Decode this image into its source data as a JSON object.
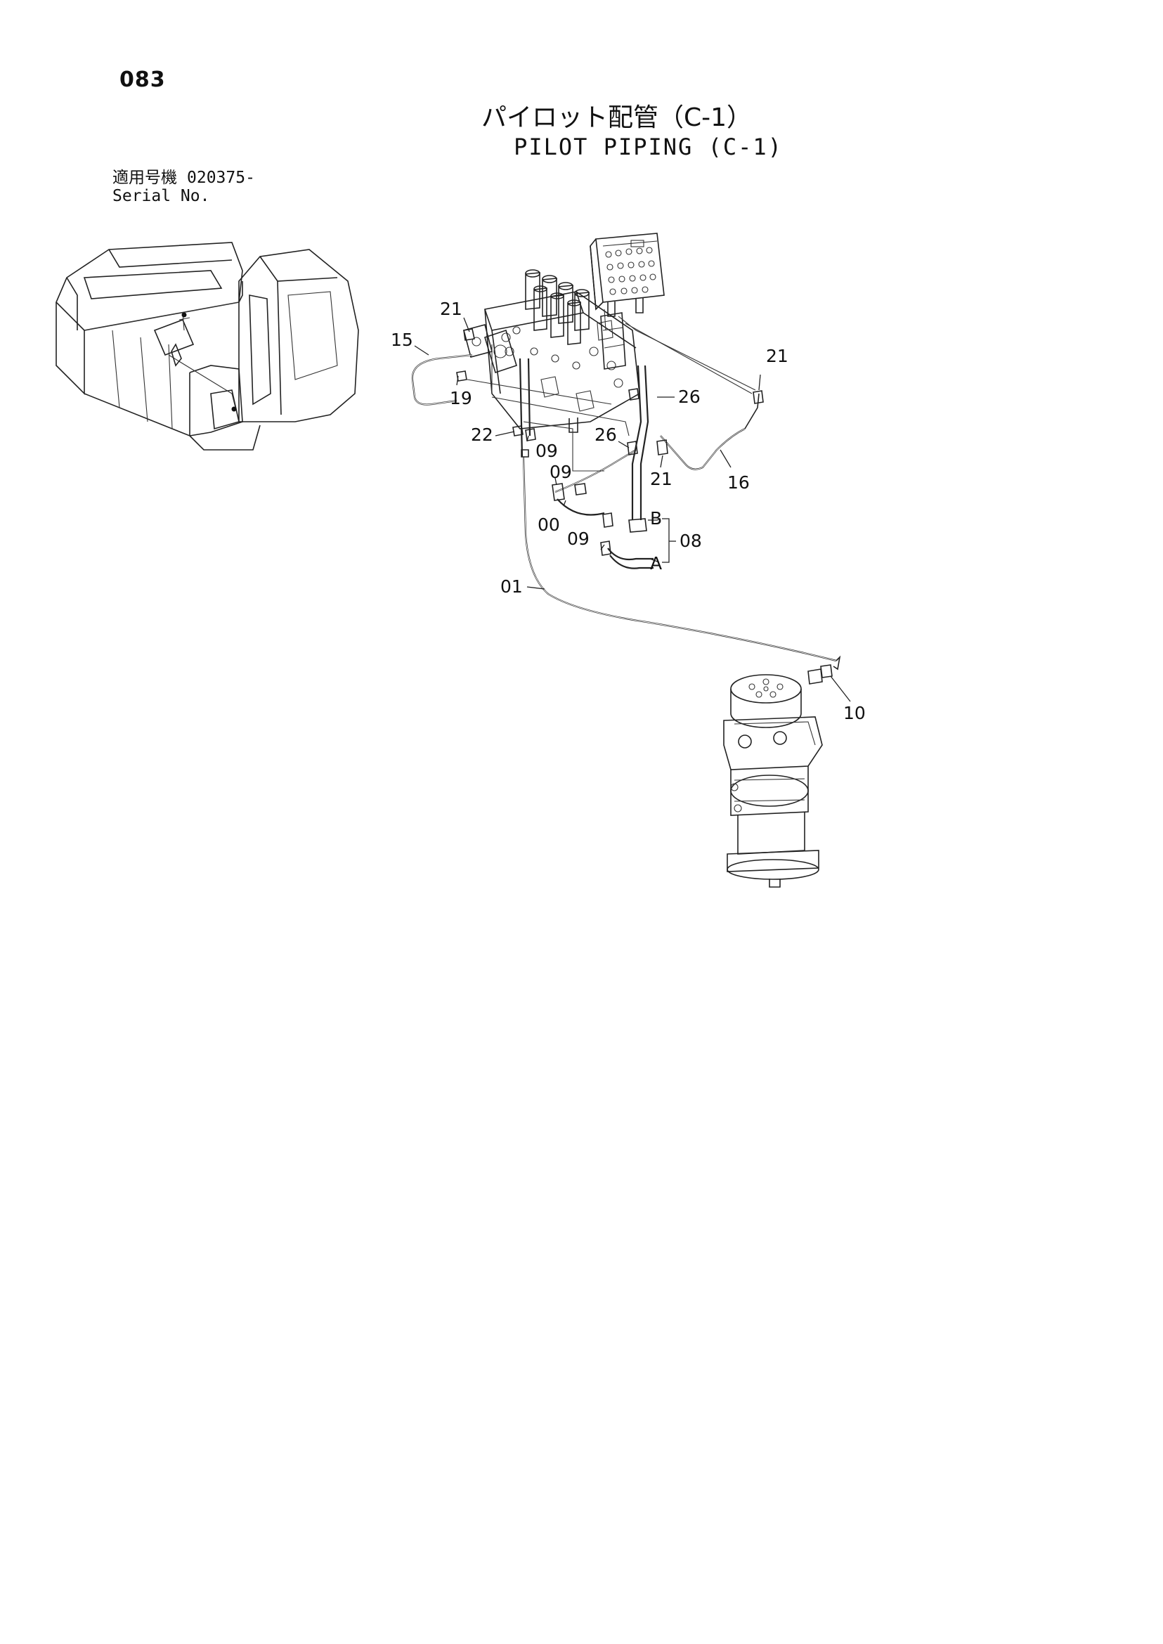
{
  "page_number": "083",
  "title": {
    "japanese": "パイロット配管（C-1）",
    "english": "PILOT PIPING (C-1)"
  },
  "serial": {
    "label_japanese": "適用号機",
    "label_english": "Serial No.",
    "value": "020375-"
  },
  "callouts": {
    "p15": "15",
    "p21a": "21",
    "p19": "19",
    "p22": "22",
    "p09a": "09",
    "p09b": "09",
    "p00": "00",
    "p09c": "09",
    "p01": "01",
    "p26a": "26",
    "p26b": "26",
    "p21b": "21",
    "p21c": "21",
    "p16": "16",
    "pB": "B",
    "pA": "A",
    "p08": "08",
    "p10": "10"
  }
}
